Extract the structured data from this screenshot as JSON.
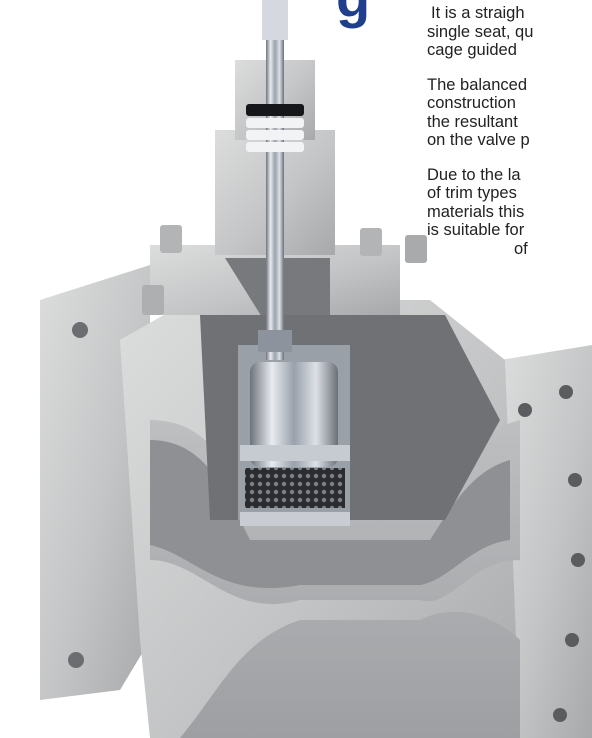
{
  "heading": {
    "fragment": "g"
  },
  "body_text": {
    "paragraph_1": [
      "It is a straigh",
      "single seat, qu",
      "cage guided"
    ],
    "paragraph_2": [
      "The balanced",
      "construction",
      "the resultant",
      "on the valve p"
    ],
    "paragraph_3": [
      "Due to the la",
      "of trim types",
      "materials this",
      "is suitable for",
      "of"
    ]
  },
  "colors": {
    "heading": "#1f3f8c",
    "body_metal": "#c9cacb",
    "body_cut": "#a9abad",
    "cavity": "#6f7174",
    "trim": "#bfc4cc",
    "seal": "#15171a"
  }
}
